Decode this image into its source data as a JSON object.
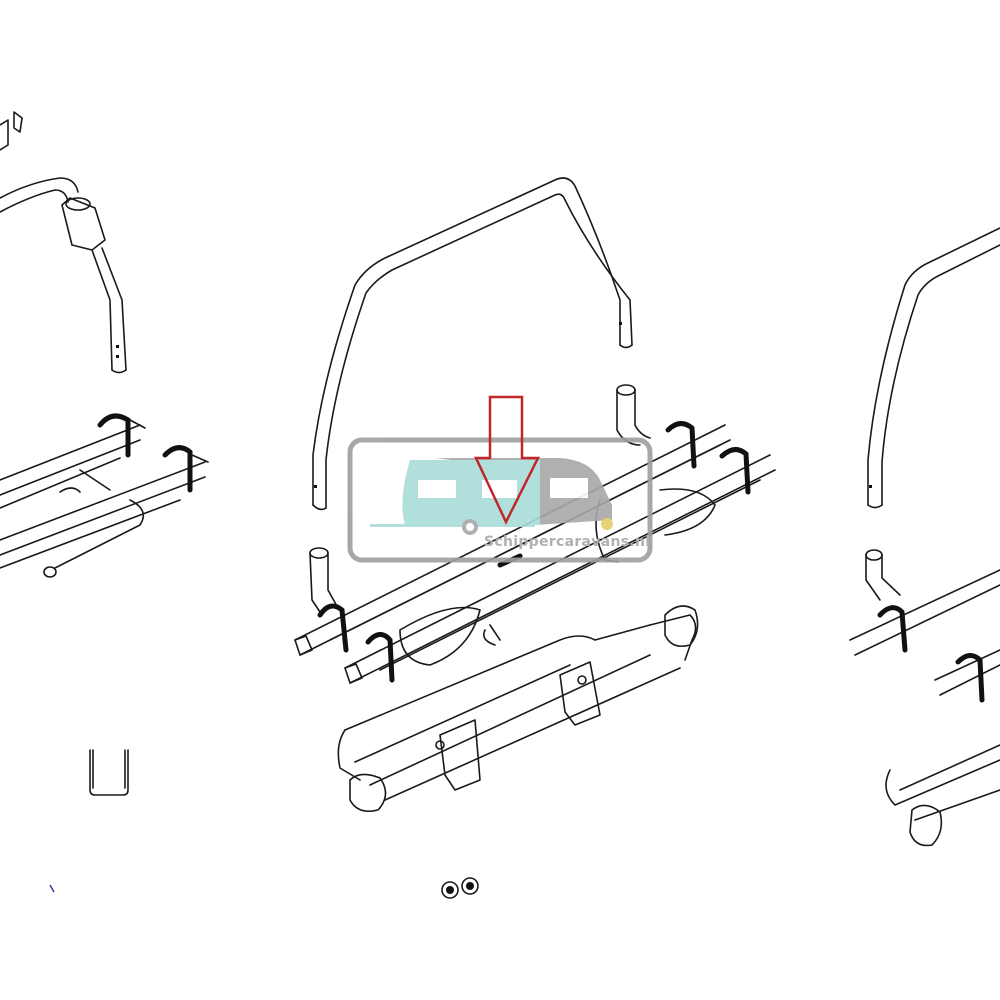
{
  "figure": {
    "type": "exploded parts diagram",
    "subject": "bike carrier assemblies (line drawings)",
    "views": [
      "left-partial-carrier",
      "center-carrier",
      "right-partial-carrier"
    ]
  },
  "watermark": {
    "text": "Schippercaravans.nl",
    "border_color": "#9e9e9e",
    "caravan_color": "#a9dcd8",
    "vehicle_color": "#a8a8a8"
  },
  "callout": {
    "type": "arrow-down",
    "color": "#c0272d",
    "target": "center-carrier upper rail"
  },
  "colors": {
    "background": "#ffffff",
    "line": "#1a1a1a"
  }
}
